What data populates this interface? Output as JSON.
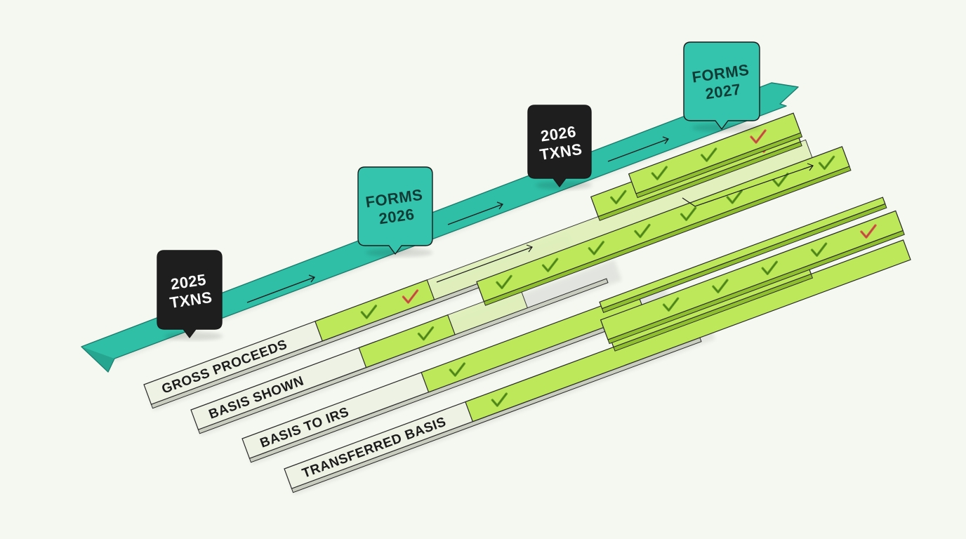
{
  "timeline": {
    "markers": [
      {
        "id": "m1",
        "line1": "2025",
        "line2": "TXNS",
        "style": "dark"
      },
      {
        "id": "m2",
        "line1": "FORMS",
        "line2": "2026",
        "style": "teal"
      },
      {
        "id": "m3",
        "line1": "2026",
        "line2": "TXNS",
        "style": "dark"
      },
      {
        "id": "m4",
        "line1": "FORMS",
        "line2": "2027",
        "style": "teal"
      }
    ]
  },
  "rows": [
    {
      "label": "GROSS PROCEEDS",
      "checks": [
        "ok",
        "flag"
      ]
    },
    {
      "label": "BASIS SHOWN",
      "checks": [
        "ok"
      ]
    },
    {
      "label": "BASIS TO IRS",
      "checks": [
        "ok"
      ]
    },
    {
      "label": "TRANSFERRED BASIS",
      "checks": [
        "ok"
      ]
    }
  ],
  "colors": {
    "background": "#f5f8f1",
    "ribbon": "#2fbfa7",
    "ribbon_dark": "#1f8f7e",
    "dark_marker": "#1e1e1e",
    "teal_marker": "#34c3ad",
    "lane_pale": "#eef2e4",
    "lane_green": "#bde85a",
    "lane_green_light": "#dff0b8",
    "check_ok": "#5e9b1f",
    "check_flag": "#e0584a",
    "outline": "#2a2a2a"
  },
  "icons": {
    "check_ok": "check-icon",
    "check_flag": "flagged-check-icon",
    "arrow": "arrow-right-icon"
  }
}
